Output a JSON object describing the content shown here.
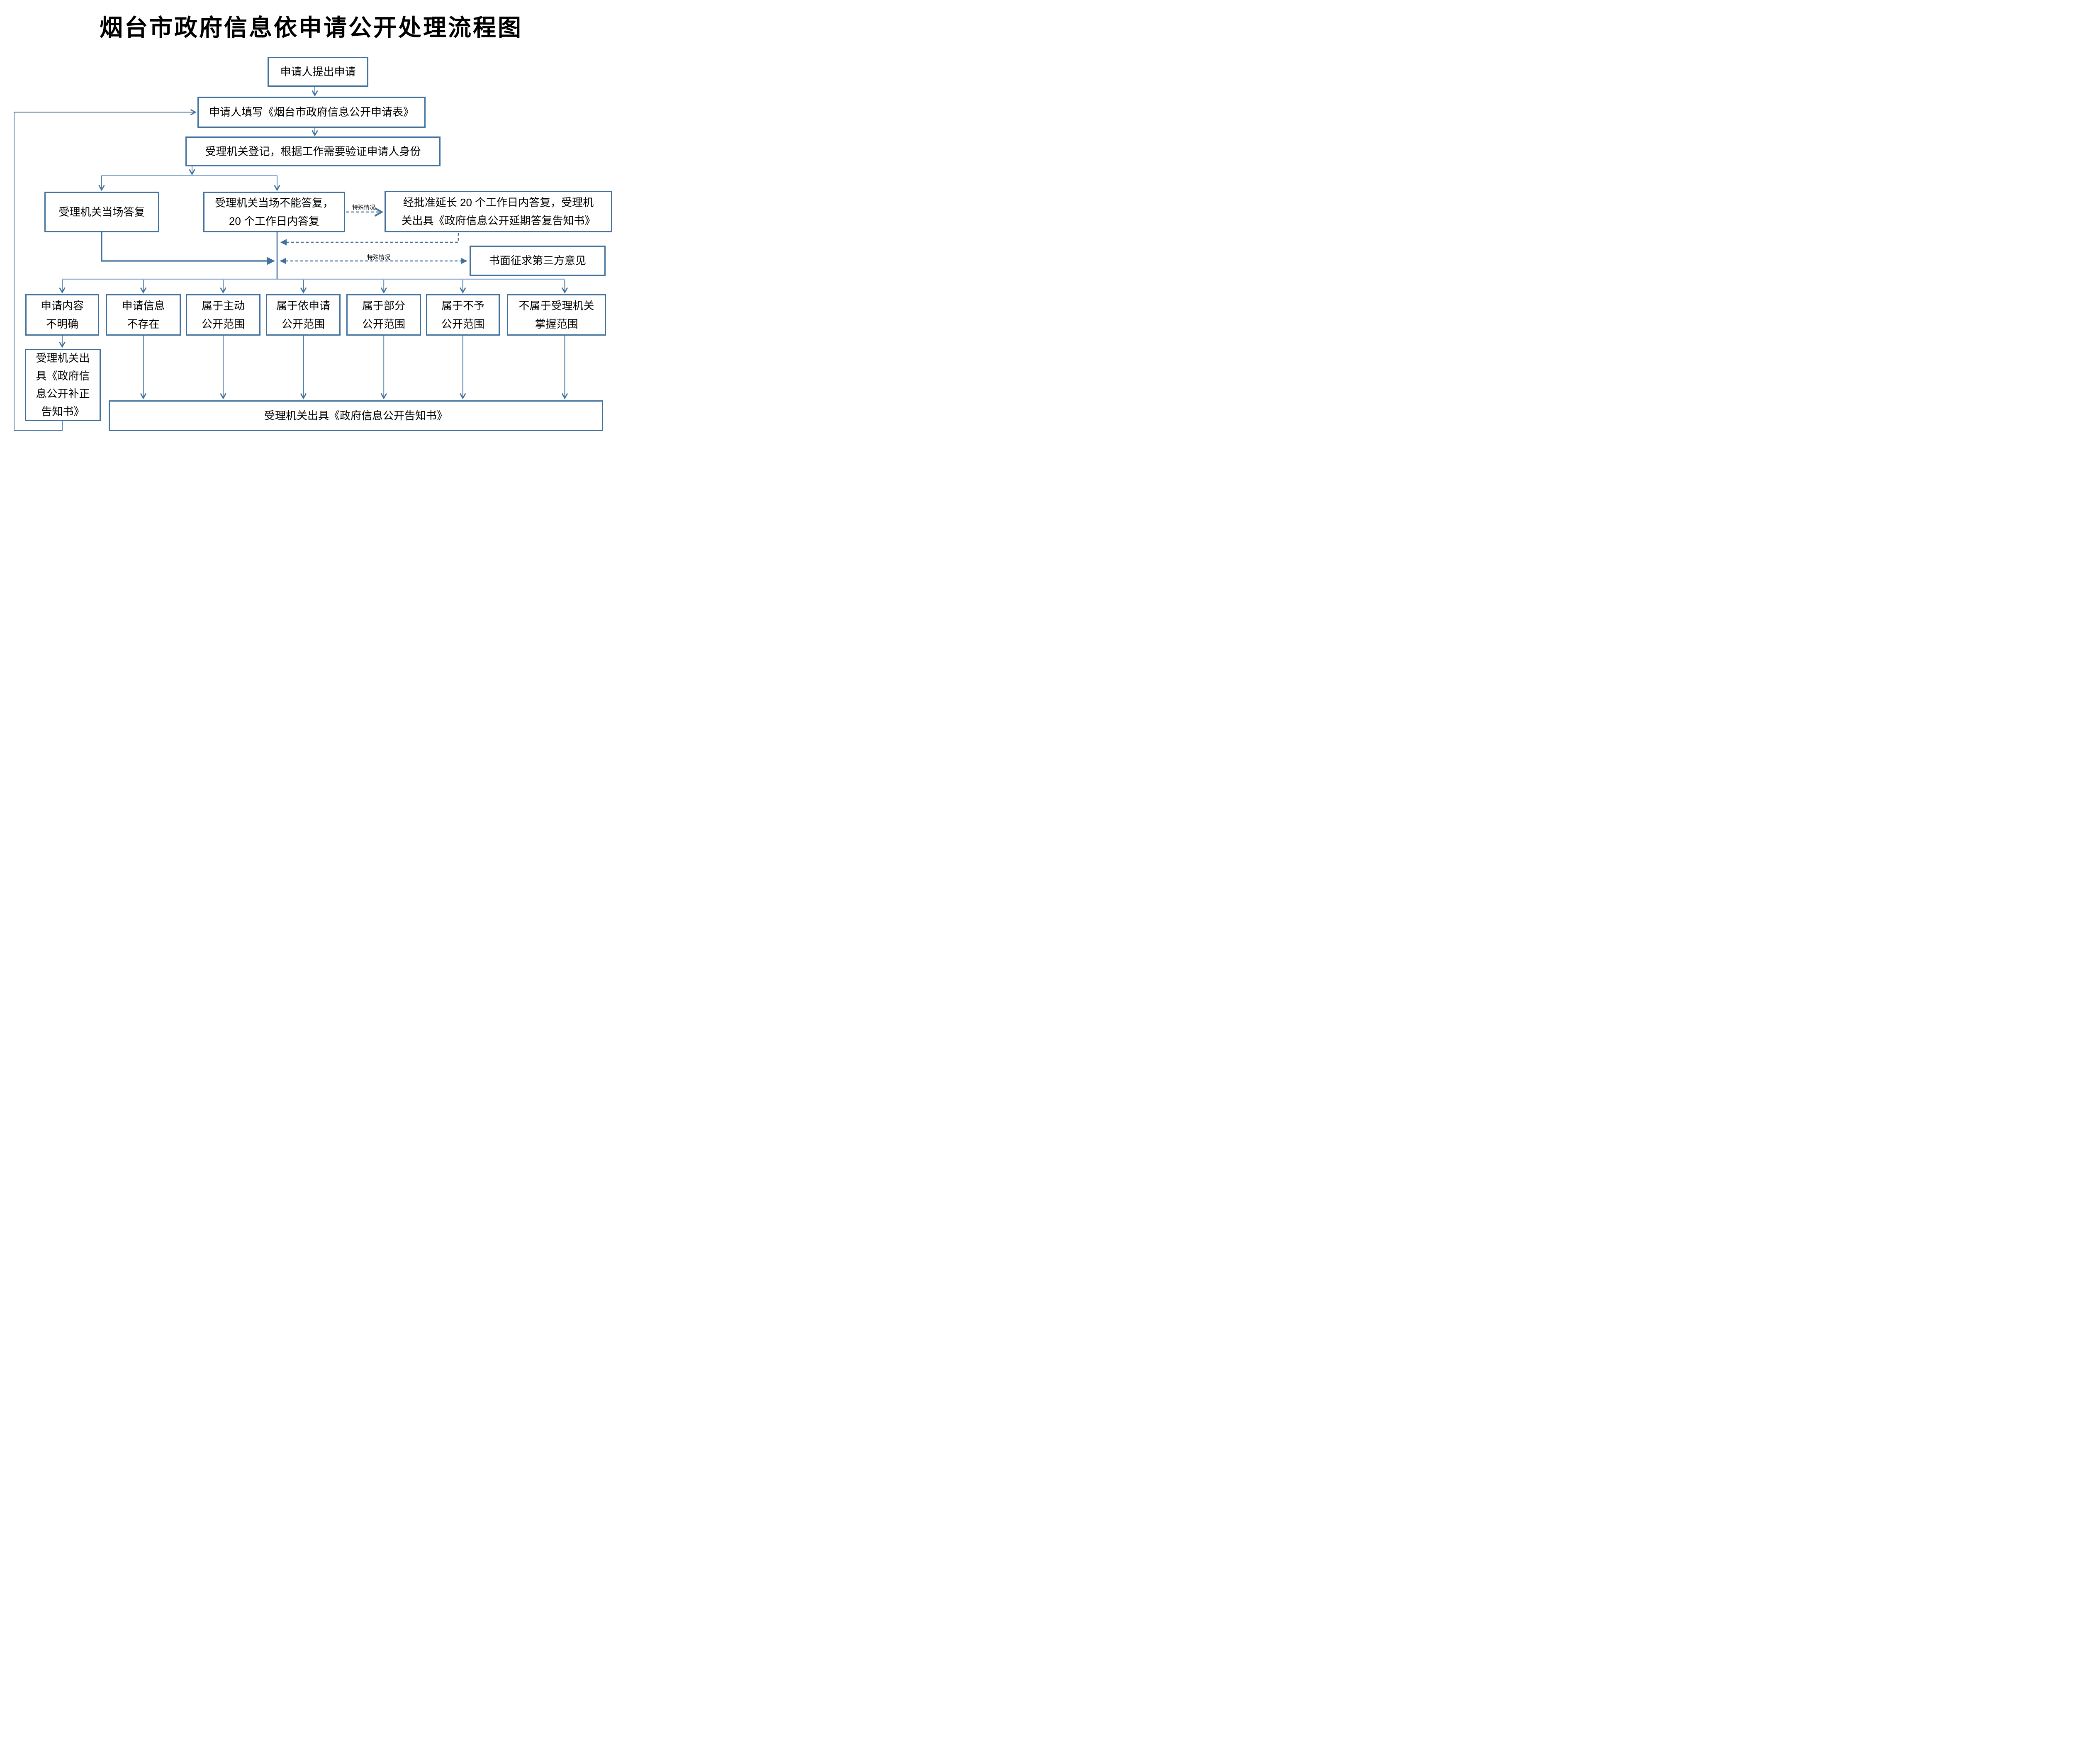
{
  "title": "烟台市政府信息依申请公开处理流程图",
  "colors": {
    "line": "#41719C",
    "light_line": "#8FAFD6",
    "text": "#000000",
    "background": "#FFFFFF"
  },
  "labels": {
    "special_case": "特殊情况"
  },
  "flow": {
    "apply": "申请人提出申请",
    "fill_form": "申请人填写《烟台市政府信息公开申请表》",
    "register": "受理机关登记，根据工作需要验证申请人身份",
    "reply_onspot": "受理机关当场答复",
    "reply_20days": "受理机关当场不能答复，\n20 个工作日内答复",
    "extend_reply": "经批准延长 20 个工作日内答复，受理机\n关出具《政府信息公开延期答复告知书》",
    "third_party": "书面征求第三方意见",
    "outcomes": [
      "申请内容\n不明确",
      "申请信息\n不存在",
      "属于主动\n公开范围",
      "属于依申请\n公开范围",
      "属于部分\n公开范围",
      "属于不予\n公开范围",
      "不属于受理机关\n掌握范围"
    ],
    "supplement_notice": "受理机关出\n具《政府信\n息公开补正\n告知书》",
    "final_notice": "受理机关出具《政府信息公开告知书》"
  }
}
